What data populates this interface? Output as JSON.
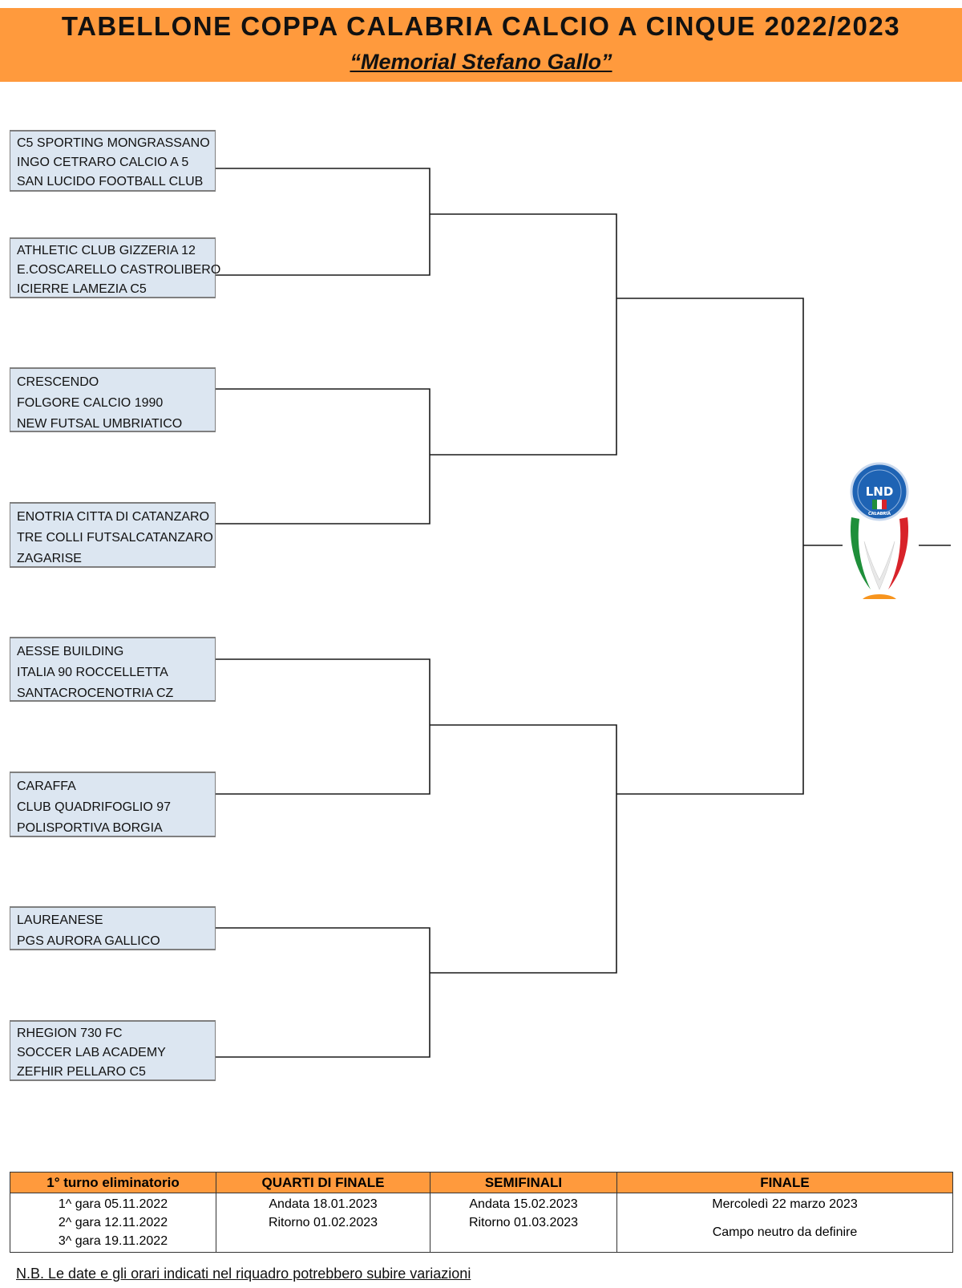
{
  "header": {
    "title": "TABELLONE COPPA CALABRIA CALCIO A CINQUE 2022/2023",
    "subtitle": "“Memorial Stefano Gallo”"
  },
  "groups": [
    {
      "teams": [
        "C5 SPORTING MONGRASSANO",
        "INGO CETRARO CALCIO A 5",
        "SAN LUCIDO FOOTBALL CLUB"
      ]
    },
    {
      "teams": [
        "ATHLETIC CLUB GIZZERIA 12",
        "E.COSCARELLO CASTROLIBERO",
        "ICIERRE LAMEZIA C5"
      ]
    },
    {
      "teams": [
        "CRESCENDO",
        "FOLGORE CALCIO 1990",
        "NEW FUTSAL UMBRIATICO"
      ]
    },
    {
      "teams": [
        "ENOTRIA CITTA DI CATANZARO",
        "TRE COLLI FUTSALCATANZARO",
        "ZAGARISE"
      ]
    },
    {
      "teams": [
        "AESSE BUILDING",
        "ITALIA 90 ROCCELLETTA",
        "SANTACROCENOTRIA CZ"
      ]
    },
    {
      "teams": [
        "CARAFFA",
        "CLUB QUADRIFOGLIO 97",
        "POLISPORTIVA BORGIA"
      ]
    },
    {
      "teams": [
        "LAUREANESE",
        "PGS AURORA GALLICO"
      ]
    },
    {
      "teams": [
        "RHEGION 730 FC",
        "SOCCER LAB ACADEMY",
        "ZEFHIR PELLARO C5"
      ]
    }
  ],
  "logo": {
    "text": "LND",
    "region": "CALABRIA"
  },
  "schedule": {
    "columns": [
      {
        "header": "1° turno eliminatorio",
        "lines": [
          "1^ gara  05.11.2022",
          "2^ gara  12.11.2022",
          "3^ gara  19.11.2022"
        ]
      },
      {
        "header": "QUARTI DI FINALE",
        "lines": [
          "Andata 18.01.2023",
          "Ritorno 01.02.2023"
        ]
      },
      {
        "header": "SEMIFINALI",
        "lines": [
          "Andata 15.02.2023",
          "Ritorno 01.03.2023"
        ]
      },
      {
        "header": "FINALE",
        "lines": [
          "Mercoledì 22 marzo 2023",
          "Campo neutro da definire"
        ]
      }
    ]
  },
  "note": "N.B. Le date e gli orari indicati nel riquadro potrebbero subire variazioni",
  "colors": {
    "accent": "#ff9a3d",
    "group_bg": "#dce6f1",
    "line": "#1a1a1a"
  }
}
